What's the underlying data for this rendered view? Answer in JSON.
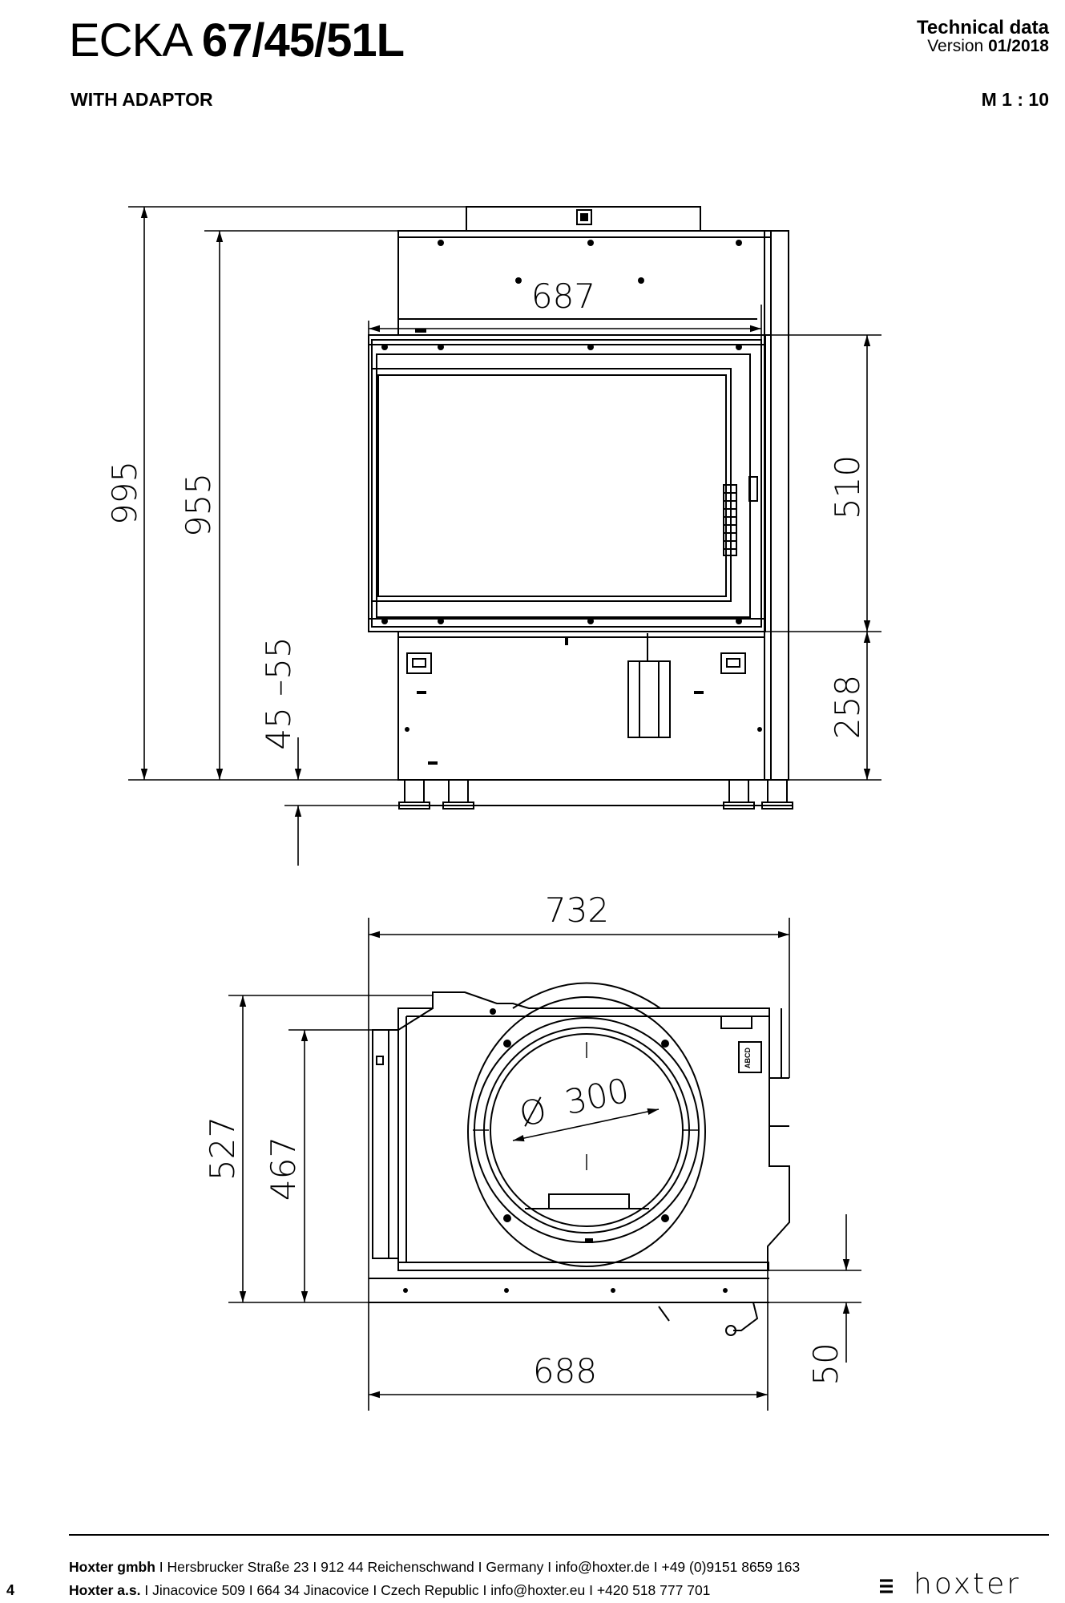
{
  "header": {
    "title_light": "ECKA",
    "title_bold": "67/45/51L",
    "doc_type": "Technical data",
    "version_label": "Version",
    "version_value": "01/2018",
    "subtitle": "WITH ADAPTOR",
    "scale": "M 1 : 10"
  },
  "front_view": {
    "dimensions": {
      "width_top": "687",
      "total_height": "995",
      "body_height": "955",
      "feet_adjust": "45 –55",
      "glass_height": "510",
      "lower_height": "258"
    }
  },
  "top_view": {
    "dimensions": {
      "total_width": "732",
      "base_width": "688",
      "total_depth": "527",
      "body_depth": "467",
      "flue_diameter": "300",
      "front_offset": "50"
    },
    "diameter_symbol": "Ø",
    "badge": "ABCD"
  },
  "footer": {
    "line1_company": "Hoxter gmbh",
    "line1_text": " I Hersbrucker Straße 23 I 912 44 Reichenschwand I Germany I info@hoxter.de I +49 (0)9151 8659 163",
    "line2_company": "Hoxter a.s.",
    "line2_text": " I Jinacovice 509 I 664 34 Jinacovice I Czech Republic I info@hoxter.eu I +420 518 777 701",
    "page_number": "4",
    "logo_text": "hoxter"
  }
}
